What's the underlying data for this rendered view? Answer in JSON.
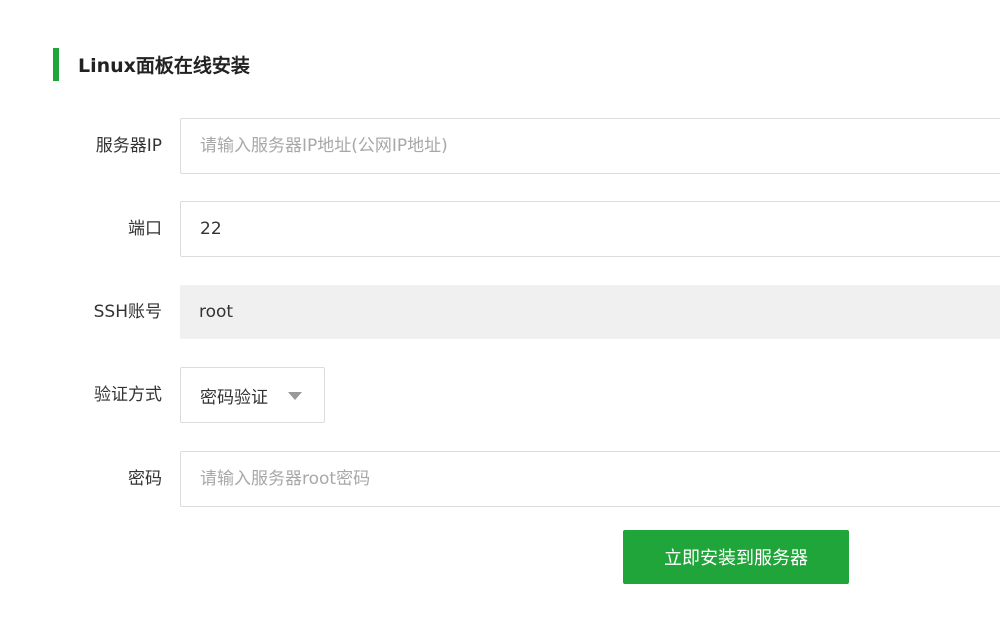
{
  "section": {
    "title": "Linux面板在线安装"
  },
  "form": {
    "server_ip": {
      "label": "服务器IP",
      "value": "",
      "placeholder": "请输入服务器IP地址(公网IP地址)"
    },
    "port": {
      "label": "端口",
      "value": "22",
      "placeholder": ""
    },
    "ssh_account": {
      "label": "SSH账号",
      "value": "root"
    },
    "auth_method": {
      "label": "验证方式",
      "selected": "密码验证"
    },
    "password": {
      "label": "密码",
      "value": "",
      "placeholder": "请输入服务器root密码"
    }
  },
  "actions": {
    "submit_label": "立即安装到服务器"
  },
  "colors": {
    "accent": "#20a53a",
    "readonly_bg": "#f0f0f0",
    "border": "#dcdcdc"
  },
  "icons": {
    "auth_dropdown": "caret-down-icon"
  }
}
